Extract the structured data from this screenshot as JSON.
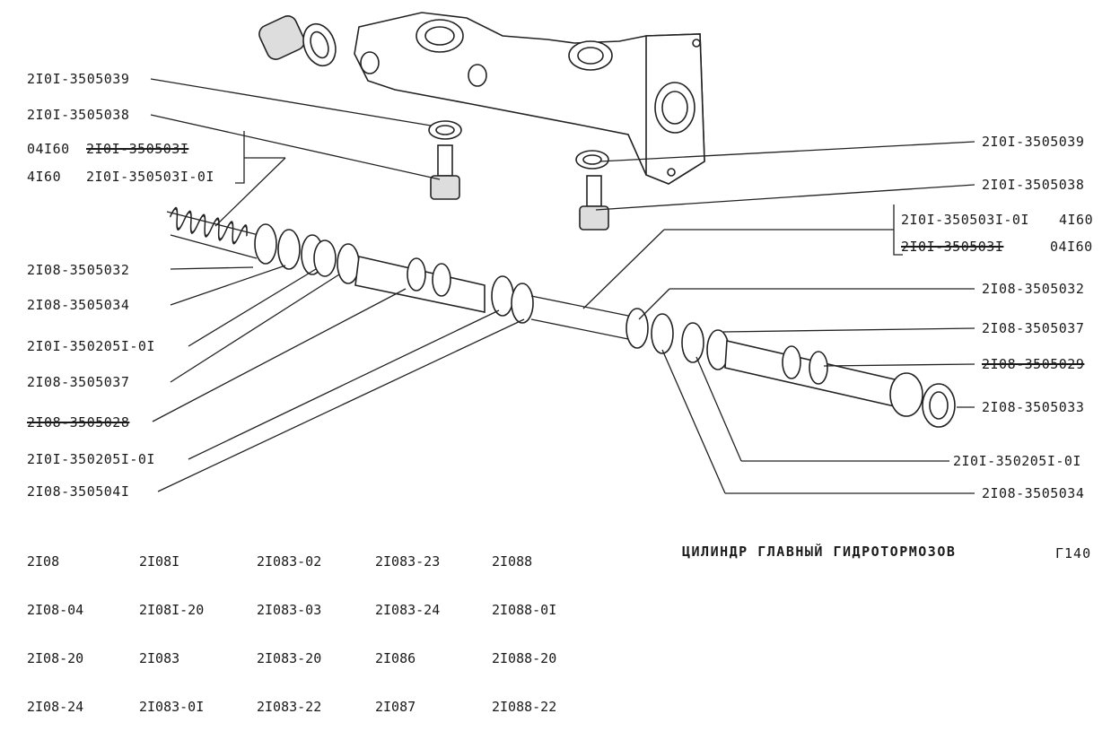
{
  "title": "ЦИЛИНДР ГЛАВНЫЙ ГИДРОТОРМОЗОВ",
  "page_number": "Г140",
  "labels_left": [
    {
      "text": "2I0I-3505039",
      "struck": false
    },
    {
      "text": "2I0I-3505038",
      "struck": false
    },
    {
      "text": "04I60",
      "struck": false
    },
    {
      "text": "2I0I-350503I",
      "struck": true
    },
    {
      "text": "4I60",
      "struck": false
    },
    {
      "text": "2I0I-350503I-0I",
      "struck": false
    },
    {
      "text": "2I08-3505032",
      "struck": false
    },
    {
      "text": "2I08-3505034",
      "struck": false
    },
    {
      "text": "2I0I-350205I-0I",
      "struck": false
    },
    {
      "text": "2I08-3505037",
      "struck": false
    },
    {
      "text": "2I08-3505028",
      "struck": true
    },
    {
      "text": "2I0I-350205I-0I",
      "struck": false
    },
    {
      "text": "2I08-350504I",
      "struck": false
    }
  ],
  "labels_right": [
    {
      "text": "2I0I-3505039",
      "struck": false
    },
    {
      "text": "2I0I-3505038",
      "struck": false
    },
    {
      "text": "2I0I-350503I-0I",
      "struck": false
    },
    {
      "text": "4I60",
      "struck": false
    },
    {
      "text": "2I0I-350503I",
      "struck": true
    },
    {
      "text": "04I60",
      "struck": false
    },
    {
      "text": "2I08-3505032",
      "struck": false
    },
    {
      "text": "2I08-3505037",
      "struck": false
    },
    {
      "text": "2I08-3505029",
      "struck": true
    },
    {
      "text": "2I08-3505033",
      "struck": false
    },
    {
      "text": "2I0I-350205I-0I",
      "struck": false
    },
    {
      "text": "2I08-3505034",
      "struck": false
    }
  ],
  "models": [
    [
      "2I08",
      "2I08-04",
      "2I08-20",
      "2I08-24"
    ],
    [
      "2I08I",
      "2I08I-20",
      "2I083",
      "2I083-0I"
    ],
    [
      "2I083-02",
      "2I083-03",
      "2I083-20",
      "2I083-22"
    ],
    [
      "2I083-23",
      "2I083-24",
      "2I086",
      "2I087"
    ],
    [
      "2I088",
      "2I088-0I",
      "2I088-20",
      "2I088-22"
    ]
  ]
}
